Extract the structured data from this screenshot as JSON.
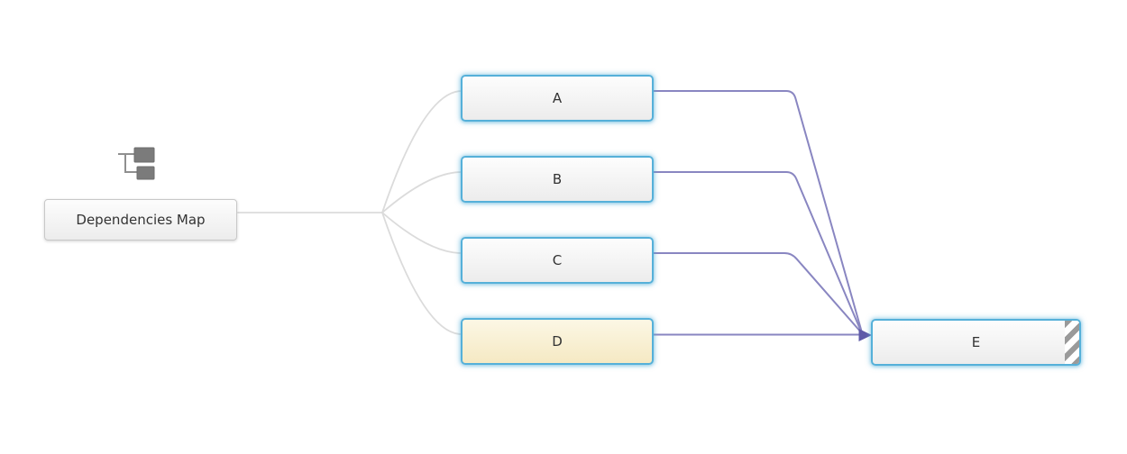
{
  "root_node": {
    "label": "Dependencies Map"
  },
  "nodes": {
    "a": {
      "label": "A"
    },
    "b": {
      "label": "B"
    },
    "c": {
      "label": "C"
    },
    "d": {
      "label": "D",
      "state": "highlighted"
    },
    "e": {
      "label": "E",
      "decoration": "diagonal-hatch"
    }
  },
  "icons": {
    "root_icon": "hierarchy-icon"
  },
  "colors": {
    "node_border": "#55B0D9",
    "root_border": "#C8C8C8",
    "edge_gray": "#DBDBDB",
    "edge_purple": "#8986C1",
    "edge_arrow": "#5E5AA8",
    "hatch_gray": "#9A9A9A",
    "node_fill_top": "#FDFDFD",
    "node_fill_bottom": "#ECECEC",
    "highlight_top": "#FCF7E5",
    "highlight_bottom": "#F5E9C3",
    "label_color": "#333333"
  }
}
